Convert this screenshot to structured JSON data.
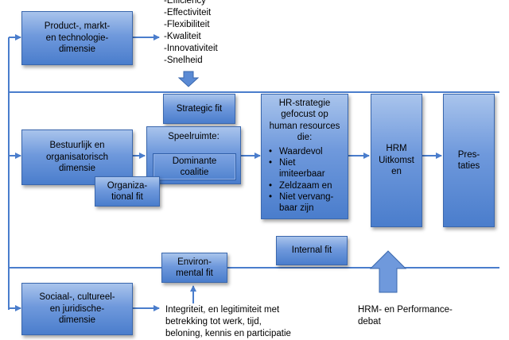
{
  "boxes": {
    "product": "Product-, markt-\nen technologie-\ndimensie",
    "bestuurlijk": "Bestuurlijk en\norganisatorisch\ndimensie",
    "sociaal": "Sociaal-, cultureel-\nen juridische-\ndimensie",
    "strategic_fit": "Strategic fit",
    "speelruimte": "Speelruimte:",
    "dominante": "Dominante\ncoalitie",
    "organizational_fit": "Organiza-\ntional fit",
    "environmental_fit": "Environ-\nmental fit",
    "internal_fit": "Internal fit",
    "hr_strategie_head": "HR-strategie\ngefocust op\nhuman resources\ndie:",
    "hr_items": [
      "Waardevol",
      "Niet\nimiteerbaar",
      "Zeldzaam en",
      "Niet vervang-\nbaar zijn"
    ],
    "hrm_uitkomsten": "HRM\nUitkomst\nen",
    "prestaties": "Pres-\ntaties"
  },
  "texts": {
    "top_list": "-Efficiency\n-Effectiviteit\n-Flexibiliteit\n-Kwaliteit\n-Innovativiteit\n-Snelheid",
    "integriteit": "Integriteit, en legitimiteit met\nbetrekking tot werk, tijd,\nbeloning, kennis en participatie",
    "hrm_debat": "HRM- en Performance-\ndebat"
  }
}
